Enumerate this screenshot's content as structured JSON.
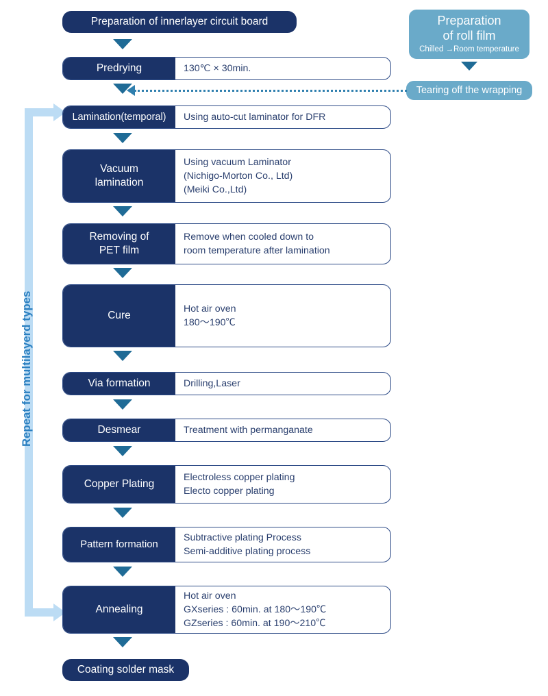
{
  "diagram": {
    "title": "PCB innerlayer build-up process flow",
    "colors": {
      "navy": "#1b3368",
      "navy_border": "#2c4a86",
      "detail_text": "#2a3f6e",
      "triangle": "#1f6b96",
      "light_blue_box": "#6aaac9",
      "loop_arrow": "#bcdcf4",
      "loop_text": "#2a7fc0",
      "dotted_line": "#2f7fae"
    }
  },
  "main_flow": {
    "start": {
      "label": "Preparation of innerlayer circuit board"
    },
    "steps": [
      {
        "label": "Predrying",
        "detail": "130℃ × 30min."
      },
      {
        "label": "Lamination(temporal)",
        "detail": "Using auto-cut laminator for DFR"
      },
      {
        "label": "Vacuum\nlamination",
        "detail": "Using vacuum Laminator\n(Nichigo-Morton Co.,  Ltd)\n(Meiki Co.,Ltd)"
      },
      {
        "label": "Removing of\nPET film",
        "detail": "Remove when cooled down to\nroom temperature after lamination"
      },
      {
        "label": "Cure",
        "detail": "Hot air oven\n180～190℃"
      },
      {
        "label": "Via formation",
        "detail": "Drilling,Laser"
      },
      {
        "label": "Desmear",
        "detail": "Treatment with permanganate"
      },
      {
        "label": "Copper Plating",
        "detail": "Electroless copper plating\nElecto copper plating"
      },
      {
        "label": "Pattern formation",
        "detail": "Subtractive plating Process\nSemi-additive plating process"
      },
      {
        "label": "Annealing",
        "detail": "Hot air oven\nGXseries   : 60min. at 180～190℃\nGZseries   : 60min. at 190～210℃"
      }
    ],
    "end": {
      "label": "Coating solder mask"
    }
  },
  "roll_film_branch": {
    "prep_box": {
      "line1": "Preparation",
      "line2": "of  roll  film",
      "line3": "Chilled →Room temperature"
    },
    "tearing_box": {
      "label": "Tearing off the wrapping"
    }
  },
  "repeat_loop": {
    "label": "Repeat for multilayerd types"
  }
}
